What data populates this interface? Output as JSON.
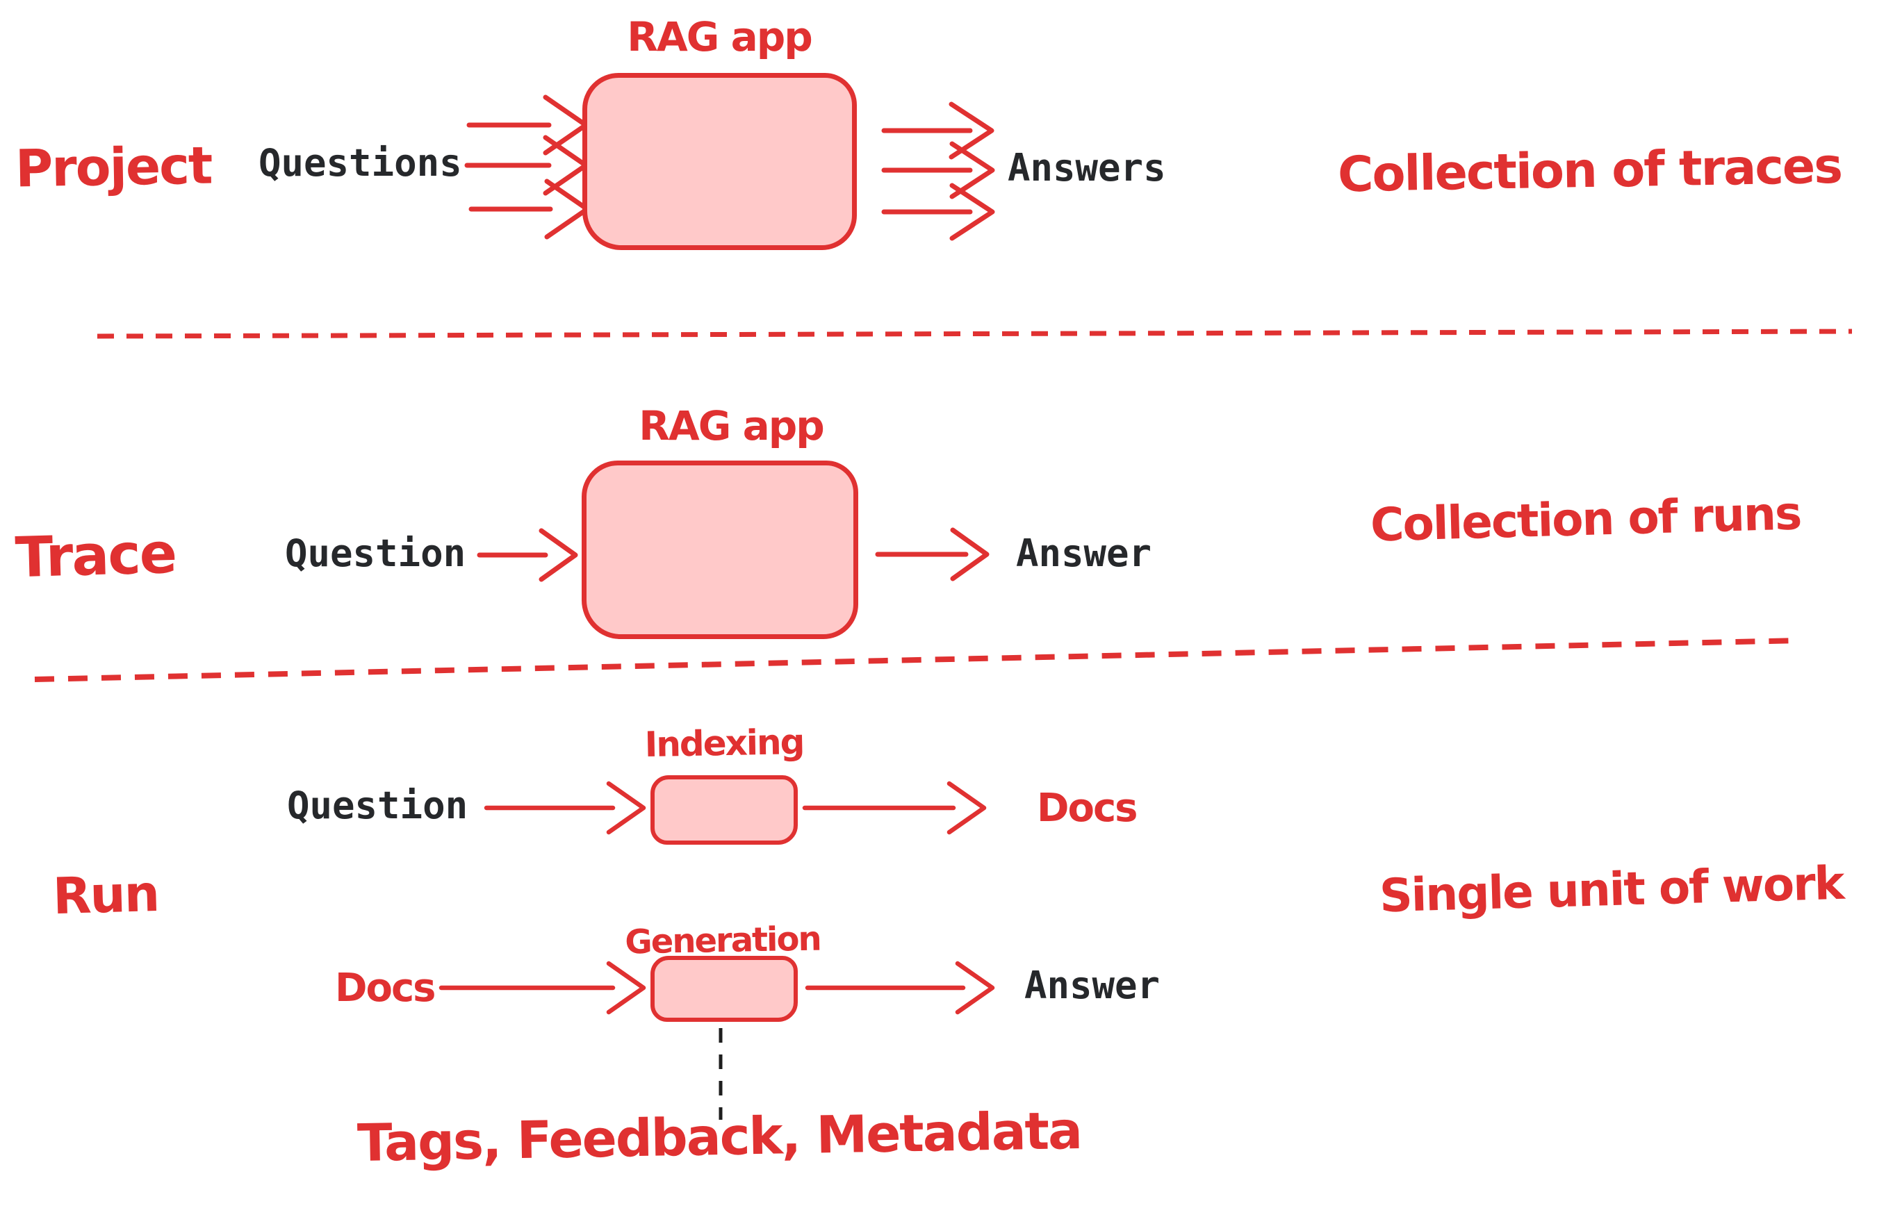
{
  "colors": {
    "accent_red": "#e03131",
    "box_fill_pink": "#ffc9c9",
    "ink_dark": "#26282b"
  },
  "sections": {
    "project": {
      "label": "Project",
      "box_label": "RAG app",
      "input_label": "Questions",
      "output_label": "Answers",
      "note": "Collection of traces"
    },
    "trace": {
      "label": "Trace",
      "box_label": "RAG app",
      "input_label": "Question",
      "output_label": "Answer",
      "note": "Collection of runs"
    },
    "run": {
      "label": "Run",
      "note": "Single unit of work",
      "flows": [
        {
          "input": "Question",
          "box_label": "Indexing",
          "output": "Docs"
        },
        {
          "input": "Docs",
          "box_label": "Generation",
          "output": "Answer"
        }
      ],
      "annotation": "Tags, Feedback, Metadata"
    }
  }
}
